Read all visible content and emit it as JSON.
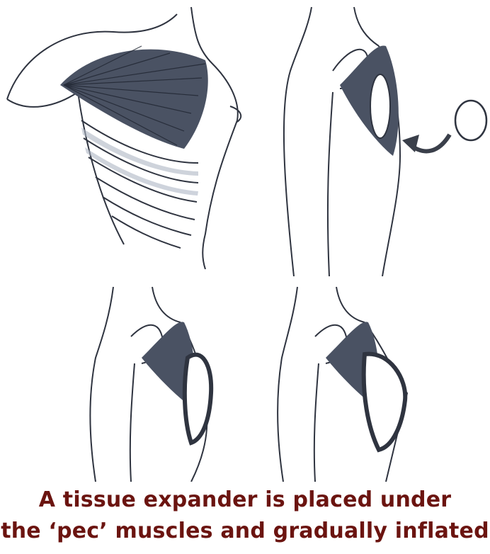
{
  "caption": {
    "line1": "A tissue expander is placed under",
    "line2": "the ‘pec’ muscles and gradually inflated",
    "color": "#6b1410",
    "shadow": "#ffffff"
  },
  "colors": {
    "skin_stroke": "#2f3440",
    "muscle": "#3a4150",
    "shade": "#b9c0cc",
    "arrow": "#3a3f4a"
  },
  "panels": [
    {
      "name": "panel-chest-anatomy",
      "icon": "pectoral-muscle-front-view"
    },
    {
      "name": "panel-side-expander-insertion",
      "icon": "expander-insertion-side-view"
    },
    {
      "name": "panel-side-expander-partial",
      "icon": "expander-partially-inflated"
    },
    {
      "name": "panel-side-expander-full",
      "icon": "expander-fully-inflated"
    }
  ]
}
